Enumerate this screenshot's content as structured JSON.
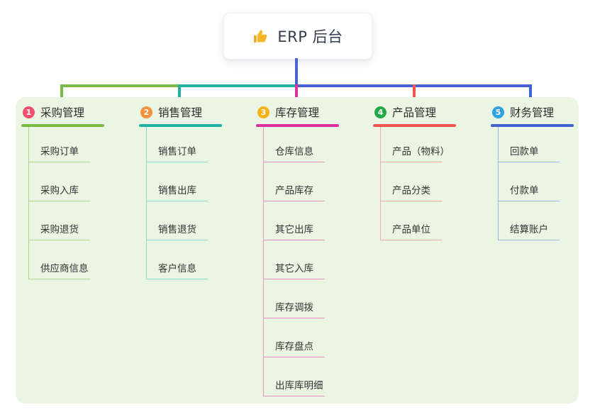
{
  "root": {
    "title": "ERP 后台",
    "icon": "thumbs-up-icon",
    "icon_color": "#f6b826",
    "connector_color": "#4a62d3"
  },
  "panel": {
    "background": "#eaf6e3"
  },
  "branches": [
    {
      "badge": "1",
      "title": "采购管理",
      "color": "#7cba46",
      "light": "#aed488",
      "badge_color": "#f2506e",
      "items": [
        "采购订单",
        "采购入库",
        "采购退货",
        "供应商信息"
      ]
    },
    {
      "badge": "2",
      "title": "销售管理",
      "color": "#20b3a4",
      "light": "#8cd8cd",
      "badge_color": "#f6913d",
      "items": [
        "销售订单",
        "销售出库",
        "销售退货",
        "客户信息"
      ]
    },
    {
      "badge": "3",
      "title": "库存管理",
      "color": "#dd2f9f",
      "light": "#f08cc9",
      "badge_color": "#f9b116",
      "items": [
        "仓库信息",
        "产品库存",
        "其它出库",
        "其它入库",
        "库存调拨",
        "库存盘点",
        "出库库明细"
      ]
    },
    {
      "badge": "4",
      "title": "产品管理",
      "color": "#f2574f",
      "light": "#f8aba5",
      "badge_color": "#27a94a",
      "items": [
        "产品（物料）",
        "产品分类",
        "产品单位"
      ]
    },
    {
      "badge": "5",
      "title": "财务管理",
      "color": "#4062d2",
      "light": "#9fb2e4",
      "badge_color": "#2ea0e3",
      "items": [
        "回款单",
        "付款单",
        "结算账户"
      ]
    }
  ]
}
